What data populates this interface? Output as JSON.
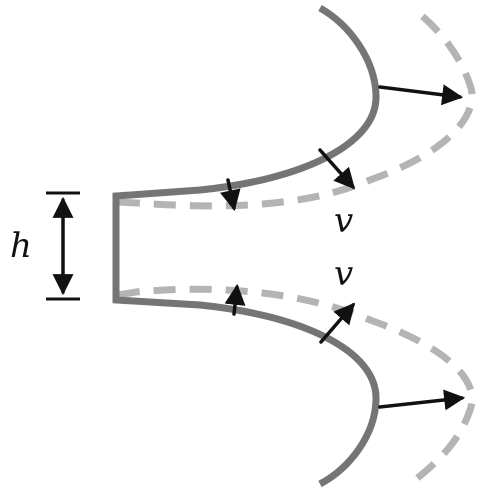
{
  "labels": {
    "height": "h",
    "velocity_upper": "v",
    "velocity_lower": "v"
  }
}
